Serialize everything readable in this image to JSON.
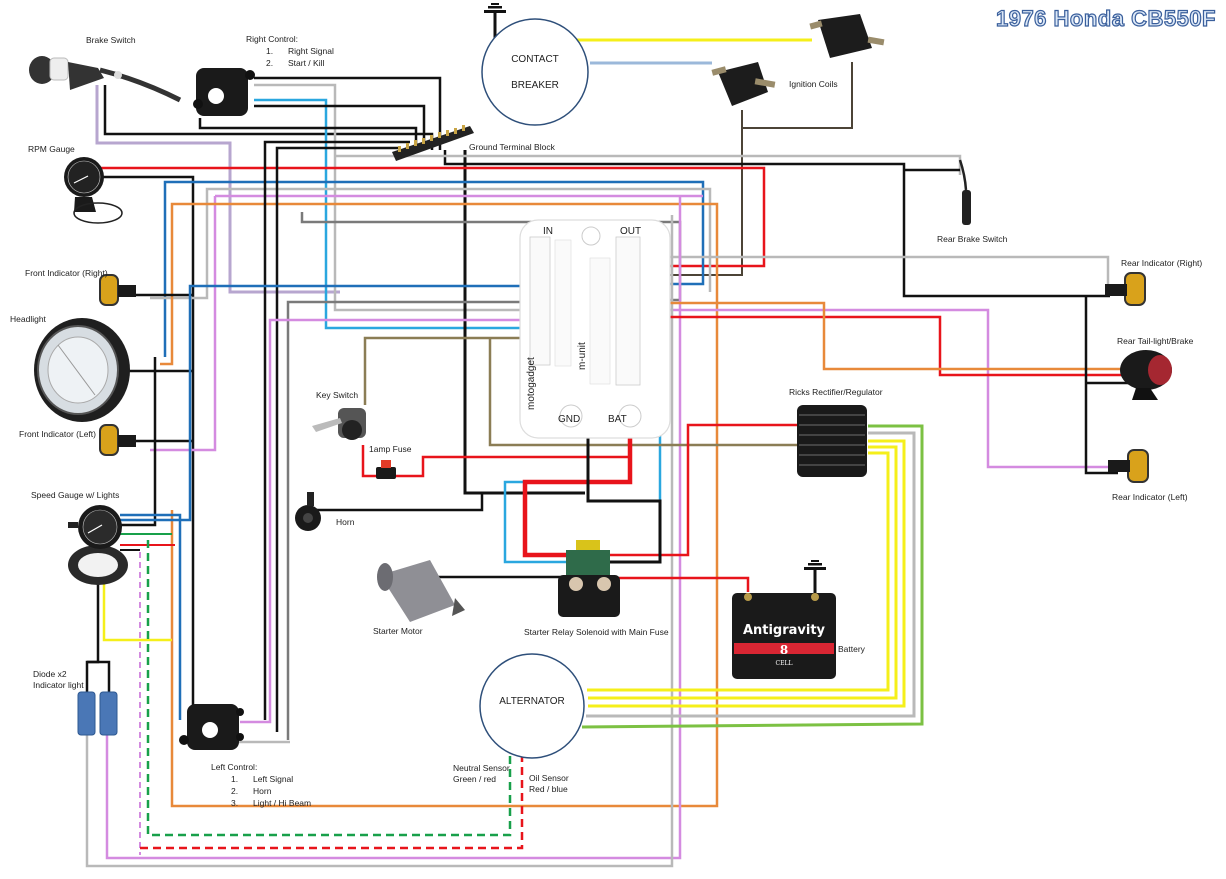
{
  "title": "1976 Honda CB550F",
  "colors": {
    "black": "#111111",
    "red": "#e8141b",
    "yellow": "#f5ef1a",
    "blue": "#1f6fb8",
    "light_blue": "#2aa7df",
    "grey": "#b9b9b9",
    "dark_grey": "#7a7a7a",
    "lilac": "#b7a6cf",
    "violet": "#d48be0",
    "orange": "#e8893a",
    "dark_orange": "#e07a2b",
    "green": "#7cc143",
    "dash_green": "#18a04a",
    "olive": "#8b7d55",
    "brown": "#4c4437",
    "pale_blue": "#9bb8da",
    "circle_outline": "#2e4f7a"
  },
  "components": {
    "brake_switch": {
      "label": "Brake Switch"
    },
    "right_control": {
      "label": "Right Control:",
      "items": [
        {
          "num": "1.",
          "text": "Right Signal"
        },
        {
          "num": "2.",
          "text": "Start / Kill"
        }
      ]
    },
    "rpm_gauge": {
      "label": "RPM Gauge"
    },
    "ground_terminal_block": {
      "label": "Ground Terminal Block"
    },
    "contact_breaker": {
      "line1": "CONTACT",
      "line2": "BREAKER"
    },
    "ignition_coils": {
      "label": "Ignition Coils"
    },
    "rear_brake_switch": {
      "label": "Rear Brake Switch"
    },
    "front_indicator_right": {
      "label": "Front Indicator (Right)"
    },
    "headlight": {
      "label": "Headlight"
    },
    "front_indicator_left": {
      "label": "Front Indicator (Left)"
    },
    "rear_indicator_right": {
      "label": "Rear Indicator (Right)"
    },
    "rear_tail_light": {
      "label": "Rear Tail-light/Brake"
    },
    "rear_indicator_left": {
      "label": "Rear Indicator (Left)"
    },
    "key_switch": {
      "label": "Key Switch"
    },
    "fuse": {
      "label": "1amp Fuse"
    },
    "horn": {
      "label": "Horn"
    },
    "speed_gauge": {
      "label": "Speed Gauge w/ Lights"
    },
    "starter_motor": {
      "label": "Starter Motor"
    },
    "starter_relay": {
      "label": "Starter Relay Solenoid with Main Fuse"
    },
    "rectifier": {
      "label": "Ricks Rectifier/Regulator"
    },
    "battery": {
      "label": "Battery",
      "brand": "Antigravity",
      "cell": "8",
      "cell_word": "CELL"
    },
    "diode": {
      "line1": "Diode x2",
      "line2": "Indicator light"
    },
    "alternator": {
      "label": "ALTERNATOR"
    },
    "left_control": {
      "label": "Left Control:",
      "items": [
        {
          "num": "1.",
          "text": "Left Signal"
        },
        {
          "num": "2.",
          "text": "Horn"
        },
        {
          "num": "3.",
          "text": "Light / Hi Beam"
        }
      ]
    },
    "neutral_sensor": {
      "line1": "Neutral Sensor",
      "line2": "Green / red"
    },
    "oil_sensor": {
      "line1": "Oil Sensor",
      "line2": "Red / blue"
    },
    "m_unit": {
      "in_label": "IN",
      "out_label": "OUT",
      "brand": "motogadget",
      "model": "m-unit",
      "variant": "blue",
      "gnd_label": "GND",
      "bat_label": "BAT"
    }
  }
}
